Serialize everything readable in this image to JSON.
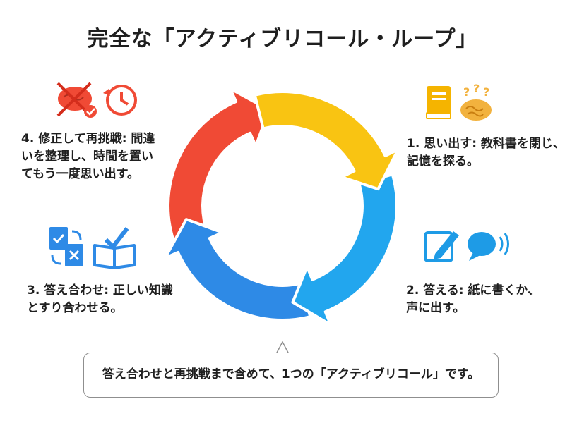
{
  "title": "完全な「アクティブリコール・ループ」",
  "steps": [
    {
      "text": "1. 思い出す: 教科書を閉じ、\n記憶を探る。",
      "color": "#F9C412",
      "icons": [
        "book-icon",
        "thinking-brain-icon"
      ]
    },
    {
      "text": "2. 答える: 紙に書くか、\n声に出す。",
      "color": "#22A6EE",
      "icons": [
        "write-note-icon",
        "speech-bubble-icon"
      ]
    },
    {
      "text": "3. 答え合わせ: 正しい知識\nとすり合わせる。",
      "color": "#2E8AE6",
      "icons": [
        "compare-documents-icon",
        "open-book-check-icon"
      ]
    },
    {
      "text": "4. 修正して再挑戦: 間違\nいを整理し、時間を置い\nてもう一度思い出す。",
      "color": "#F04A35",
      "icons": [
        "crossed-brain-icon",
        "history-clock-icon"
      ]
    }
  ],
  "callout": "答え合わせと再挑戦まで含めて、1つの「アクティブリコール」です。"
}
